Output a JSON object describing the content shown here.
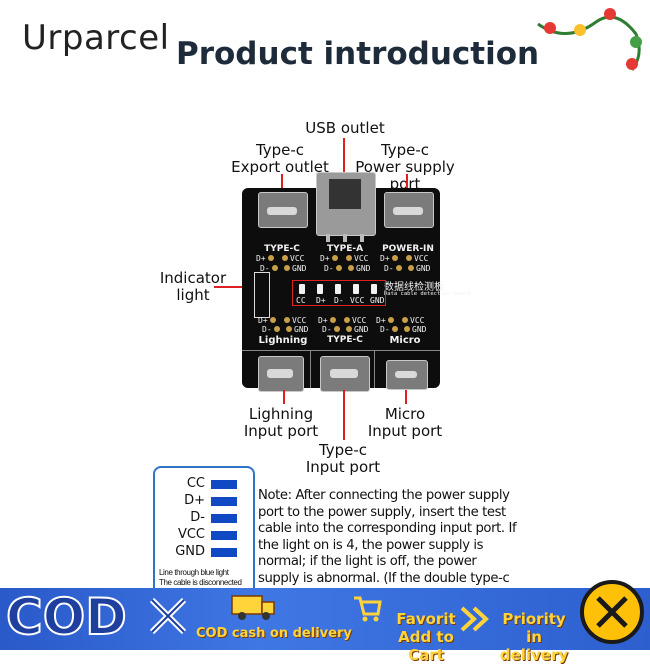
{
  "header": {
    "brand": "Urparcel",
    "title": "Product introduction"
  },
  "labels": {
    "usb_outlet": "USB outlet",
    "typec_export": [
      "Type-c",
      "Export outlet"
    ],
    "typec_power": [
      "Type-c",
      "Power supply port"
    ],
    "indicator": [
      "Indicator",
      "light"
    ],
    "lightning_input": [
      "Lighning",
      "Input port"
    ],
    "typec_input": [
      "Type-c",
      "Input port"
    ],
    "micro_input": [
      "Micro",
      "Input port"
    ]
  },
  "board": {
    "top_ports": [
      "TYPE-C",
      "TYPE-A",
      "POWER-IN"
    ],
    "bottom_ports": [
      "Lighning",
      "TYPE-C",
      "Micro"
    ],
    "chinese_label": "数据线检测板",
    "english_label": "Data cable detection board",
    "pin_labels": [
      "CC",
      "D+",
      "D-",
      "VCC",
      "GND"
    ],
    "pad_labels": [
      "D+",
      "VCC",
      "D-",
      "GND"
    ]
  },
  "legend": {
    "rows": [
      "CC",
      "D+",
      "D-",
      "VCC",
      "GND"
    ],
    "footer": [
      "Line through blue light",
      "The cable is disconnected"
    ],
    "bar_color": "#1148c4"
  },
  "note": "Note: After connecting the power supply port to the power supply, insert the test cable into the corresponding input port. If the light on is 4, the power supply is normal; if the light is off, the power supply is abnormal. (If the double type-c",
  "banner": {
    "cod": "COD",
    "cod_text": "COD cash on delivery",
    "cart_text": [
      "Favorit",
      "Add to Cart"
    ],
    "priority_text": [
      "Priority in",
      "delivery"
    ]
  }
}
